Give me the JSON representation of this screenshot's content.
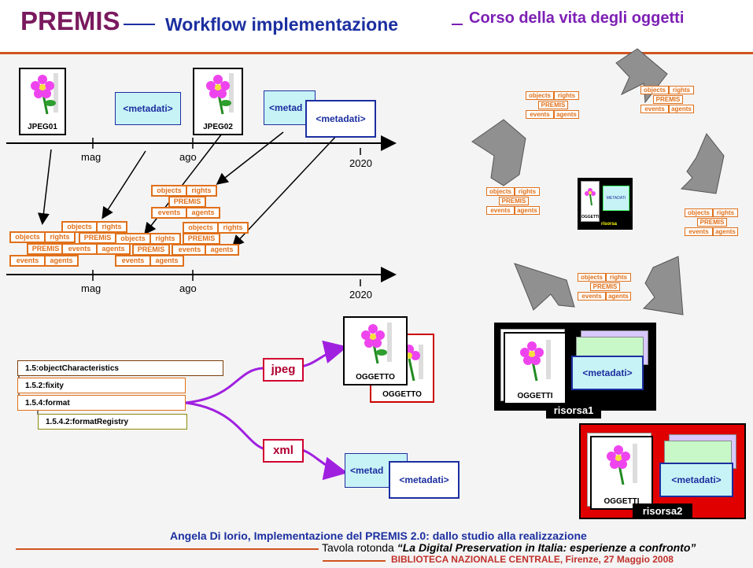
{
  "header": {
    "title": "PREMIS",
    "workflow": "Workflow implementazione",
    "lifecycle": "Corso della vita degli oggetti"
  },
  "timeline": {
    "ticks": [
      "mag",
      "ago",
      "2020"
    ]
  },
  "files": {
    "jpeg1": "JPEG01",
    "jpeg2": "JPEG02",
    "metadata": "<metadati>",
    "metadata_clipped": "<metad"
  },
  "premis_box": {
    "objects": "objects",
    "rights": "rights",
    "premis": "PREMIS",
    "events": "events",
    "agents": "agents"
  },
  "tree": {
    "items": [
      "1.5:objectCharacteristics",
      "1.5.2:fixity",
      "1.5.4:format",
      "1.5.4.2:formatRegistry"
    ]
  },
  "formats": {
    "jpeg": "jpeg",
    "xml": "xml"
  },
  "objects": {
    "oggetto": "OGGETTO",
    "oggetti": "OGGETTI",
    "oggetti_small": "OGGETTI",
    "risorsa_small": "risorsa",
    "metadati_small": "METADATI",
    "risorsa1": "risorsa1",
    "risorsa2": "risorsa2"
  },
  "footer": {
    "line1": "Angela Di Iorio, Implementazione del PREMIS 2.0: dallo studio alla realizzazione",
    "line2_prefix": "Tavola rotonda ",
    "line2_title": "“La Digital Preservation in Italia: esperienze a confronto”",
    "line3": "BIBLIOTECA NAZIONALE CENTRALE, Firenze, 27 Maggio 2008"
  },
  "colors": {
    "title_purple": "#7a1a5e",
    "heading_blue": "#1c2fa0",
    "premis_orange": "#e0701a",
    "format_red": "#d00030",
    "arrow_purple": "#a020e0",
    "cycle_arrow_gray": "#909090"
  }
}
